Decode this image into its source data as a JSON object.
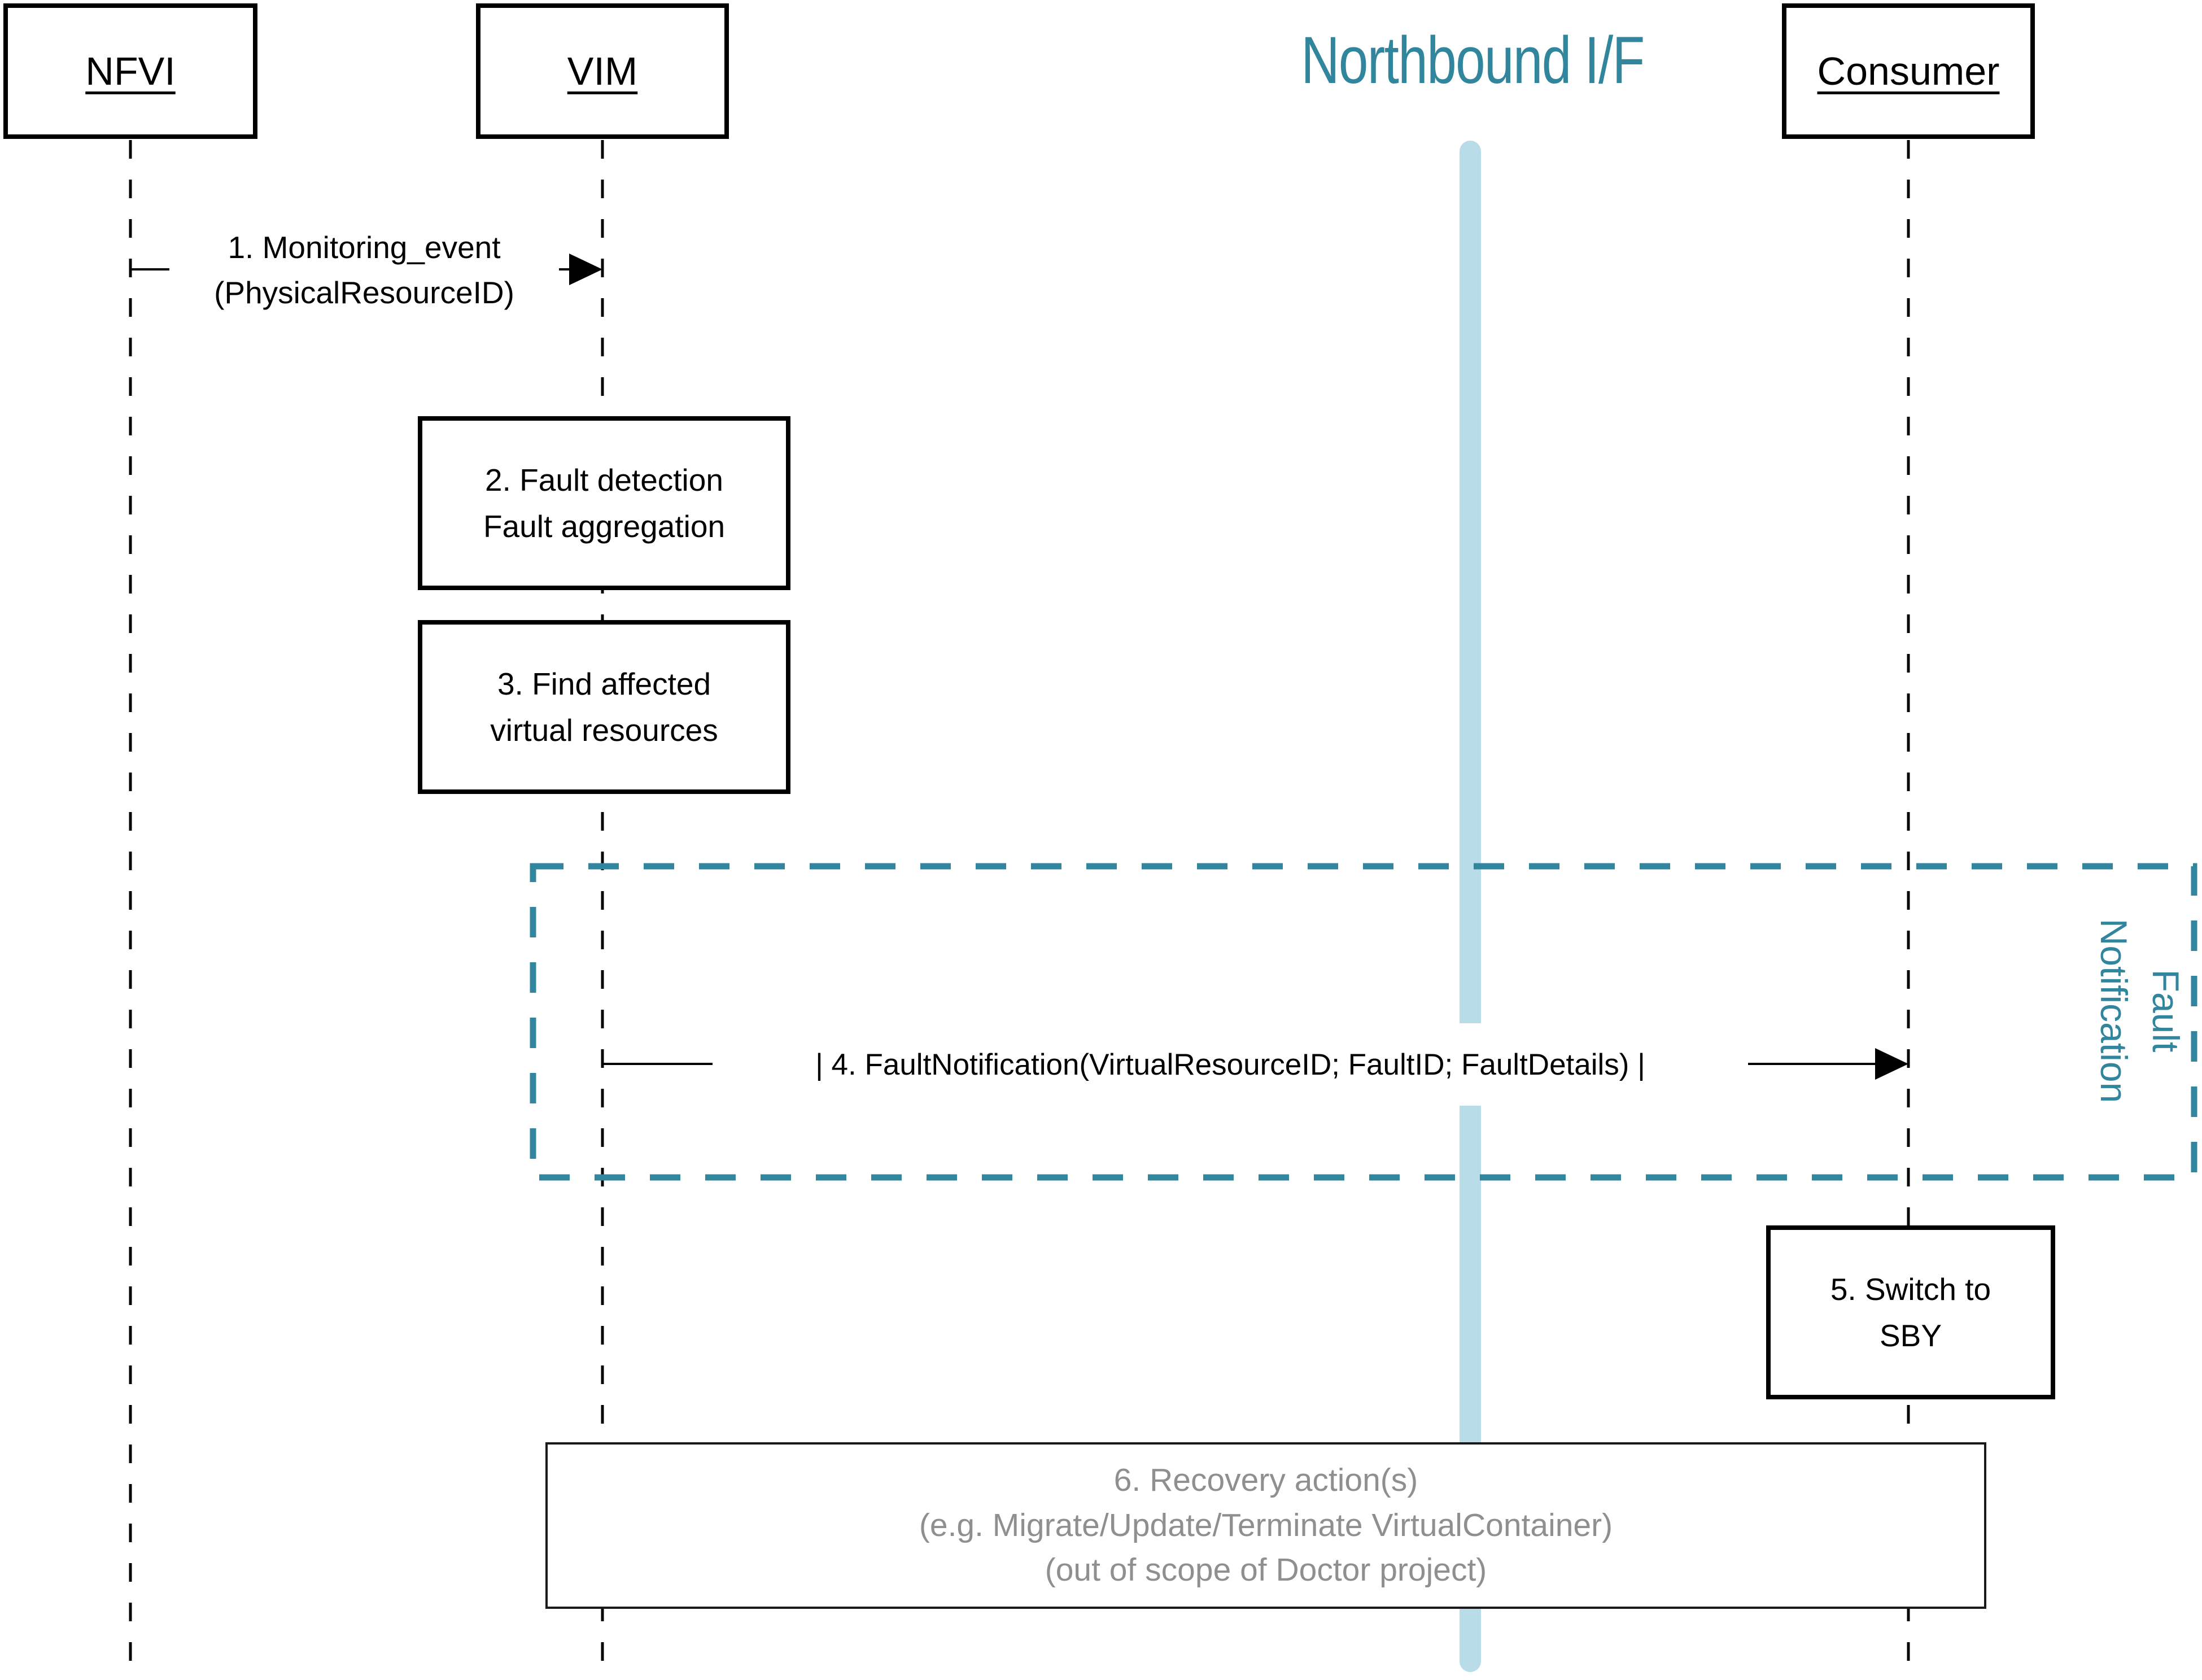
{
  "diagram_title": "Northbound I/F",
  "header": {
    "actors": [
      {
        "label": "NFVI"
      },
      {
        "label": "VIM"
      },
      {
        "label": "Consumer"
      }
    ]
  },
  "messages": {
    "monitoring_event": {
      "line1": "1. Monitoring_event",
      "line2": "(PhysicalResourceID)"
    },
    "fault_notification": {
      "text": "| 4. FaultNotification(VirtualResourceID; FaultID; FaultDetails) |"
    }
  },
  "activities": {
    "fault_detection": {
      "line1": "2. Fault detection",
      "line2": "Fault aggregation"
    },
    "find_affected": {
      "line1": "3. Find affected",
      "line2": "virtual resources"
    },
    "switch_to_sby": {
      "line1": "5. Switch to",
      "line2": "SBY"
    },
    "recovery": {
      "line1": "6. Recovery action(s)",
      "line2": "(e.g. Migrate/Update/Terminate VirtualContainer)",
      "line3": "(out of scope of Doctor project)"
    }
  },
  "frame_label": {
    "line1": "Fault",
    "line2": "Notification"
  },
  "colors": {
    "teal_accent": "#31859C",
    "interface_band_blue": "#B9DDE8",
    "recovery_gray_text": "#8F8F8F",
    "line_black": "#000000"
  }
}
